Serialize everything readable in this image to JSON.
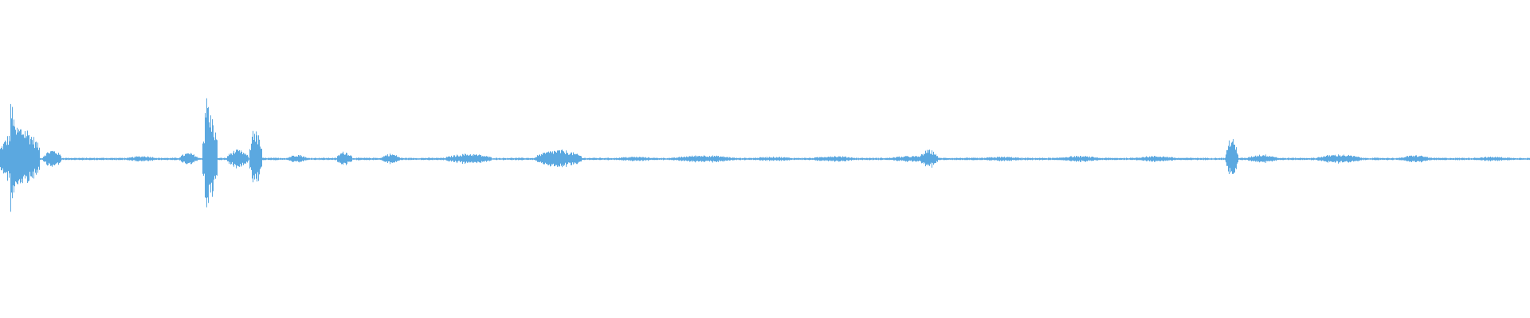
{
  "waveform": {
    "color": "#5ba8e0",
    "background": "#ffffff",
    "events": [
      {
        "position": 0.0,
        "width": 0.026,
        "amplitude": 0.22,
        "spike": 0.36
      },
      {
        "position": 0.028,
        "width": 0.012,
        "amplitude": 0.06,
        "spike": 0.0
      },
      {
        "position": 0.083,
        "width": 0.02,
        "amplitude": 0.02,
        "spike": 0.0
      },
      {
        "position": 0.117,
        "width": 0.012,
        "amplitude": 0.04,
        "spike": 0.0
      },
      {
        "position": 0.132,
        "width": 0.01,
        "amplitude": 0.3,
        "spike": 0.4
      },
      {
        "position": 0.148,
        "width": 0.014,
        "amplitude": 0.06,
        "spike": 0.0
      },
      {
        "position": 0.163,
        "width": 0.008,
        "amplitude": 0.18,
        "spike": 0.22
      },
      {
        "position": 0.188,
        "width": 0.012,
        "amplitude": 0.03,
        "spike": 0.0
      },
      {
        "position": 0.22,
        "width": 0.01,
        "amplitude": 0.05,
        "spike": 0.0
      },
      {
        "position": 0.249,
        "width": 0.012,
        "amplitude": 0.035,
        "spike": 0.0
      },
      {
        "position": 0.291,
        "width": 0.03,
        "amplitude": 0.035,
        "spike": 0.0
      },
      {
        "position": 0.35,
        "width": 0.03,
        "amplitude": 0.06,
        "spike": 0.0
      },
      {
        "position": 0.4,
        "width": 0.03,
        "amplitude": 0.015,
        "spike": 0.0
      },
      {
        "position": 0.44,
        "width": 0.04,
        "amplitude": 0.025,
        "spike": 0.0
      },
      {
        "position": 0.49,
        "width": 0.03,
        "amplitude": 0.015,
        "spike": 0.0
      },
      {
        "position": 0.53,
        "width": 0.03,
        "amplitude": 0.02,
        "spike": 0.0
      },
      {
        "position": 0.58,
        "width": 0.03,
        "amplitude": 0.02,
        "spike": 0.0
      },
      {
        "position": 0.601,
        "width": 0.012,
        "amplitude": 0.06,
        "spike": 0.0
      },
      {
        "position": 0.64,
        "width": 0.03,
        "amplitude": 0.015,
        "spike": 0.0
      },
      {
        "position": 0.69,
        "width": 0.03,
        "amplitude": 0.02,
        "spike": 0.0
      },
      {
        "position": 0.74,
        "width": 0.03,
        "amplitude": 0.02,
        "spike": 0.0
      },
      {
        "position": 0.801,
        "width": 0.008,
        "amplitude": 0.13,
        "spike": 0.13
      },
      {
        "position": 0.815,
        "width": 0.02,
        "amplitude": 0.03,
        "spike": 0.0
      },
      {
        "position": 0.86,
        "width": 0.03,
        "amplitude": 0.03,
        "spike": 0.0
      },
      {
        "position": 0.915,
        "width": 0.02,
        "amplitude": 0.025,
        "spike": 0.0
      },
      {
        "position": 0.96,
        "width": 0.03,
        "amplitude": 0.015,
        "spike": 0.0
      }
    ],
    "baseline_noise": 0.008
  }
}
